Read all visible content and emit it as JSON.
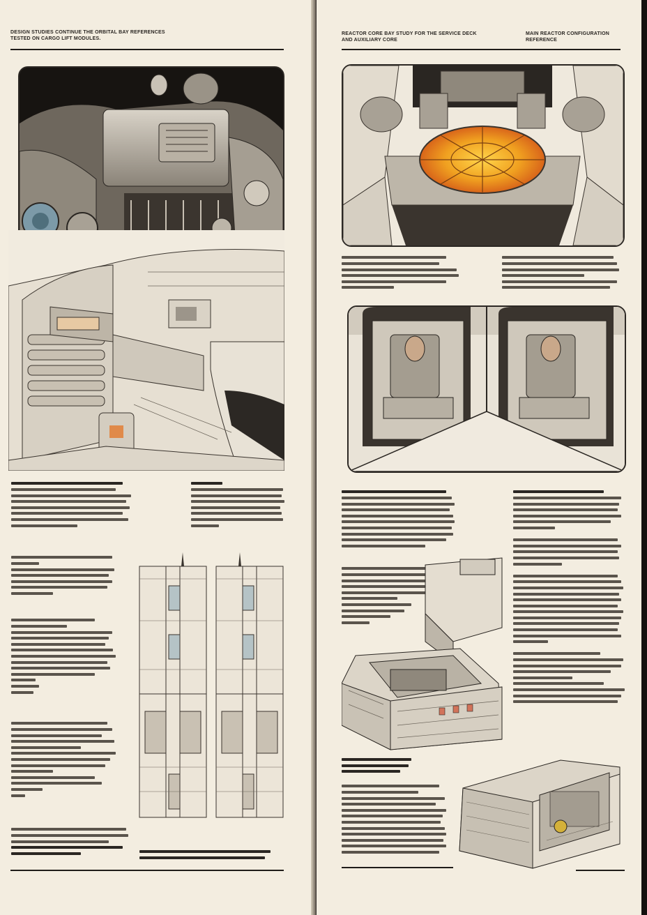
{
  "left_page": {
    "header_lines": [
      "DESIGN STUDIES CONTINUE THE ORBITAL BAY REFERENCES",
      "TESTED ON CARGO LIFT MODULES."
    ],
    "illustrations": [
      {
        "name": "mech-engine-closeup"
      },
      {
        "name": "curved-hangar-deck"
      },
      {
        "name": "vertical-module-elevation"
      }
    ]
  },
  "right_page": {
    "header_lines": [
      "REACTOR CORE BAY STUDY FOR THE SERVICE DECK",
      "AND AUXILIARY CORE"
    ],
    "header_right_lines": [
      "MAIN REACTOR CONFIGURATION",
      "REFERENCE"
    ],
    "illustrations": [
      {
        "name": "reactor-core-chamber"
      },
      {
        "name": "twin-crew-pods"
      },
      {
        "name": "heavy-transport-vehicle"
      },
      {
        "name": "cargo-container-module"
      }
    ]
  },
  "colors": {
    "paper": "#f3ede0",
    "ink": "#1f1c19",
    "reactor_glow": "#f0a020",
    "gutter_shadow": "#2a2622"
  }
}
